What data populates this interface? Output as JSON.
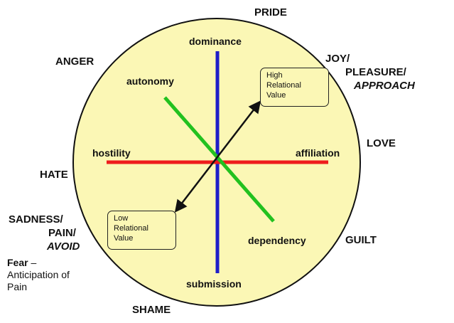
{
  "emotions": {
    "pride": "PRIDE",
    "anger": "ANGER",
    "joy": [
      "JOY/",
      "PLEASURE/",
      "APPROACH"
    ],
    "love": "LOVE",
    "hate": "HATE",
    "sadness": [
      "SADNESS/",
      "PAIN/",
      "AVOID"
    ],
    "guilt": "GUILT",
    "shame": "SHAME"
  },
  "fear": {
    "word": "Fear",
    "dash": " –",
    "lines": [
      "Anticipation of",
      "Pain"
    ]
  },
  "axes": {
    "dominance": "dominance",
    "submission": "submission",
    "hostility": "hostility",
    "affiliation": "affiliation",
    "autonomy": "autonomy",
    "dependency": "dependency"
  },
  "boxes": {
    "high": [
      "High",
      "Relational",
      "Value"
    ],
    "low": [
      "Low",
      "Relational",
      "Value"
    ]
  },
  "colors": {
    "circle_fill": "#fbf7b5",
    "circle_stroke": "#111111",
    "vertical_axis": "#1e1ec8",
    "horizontal_axis": "#ee1c1c",
    "diagonal_axis": "#22c11f",
    "arrow": "#111111"
  }
}
